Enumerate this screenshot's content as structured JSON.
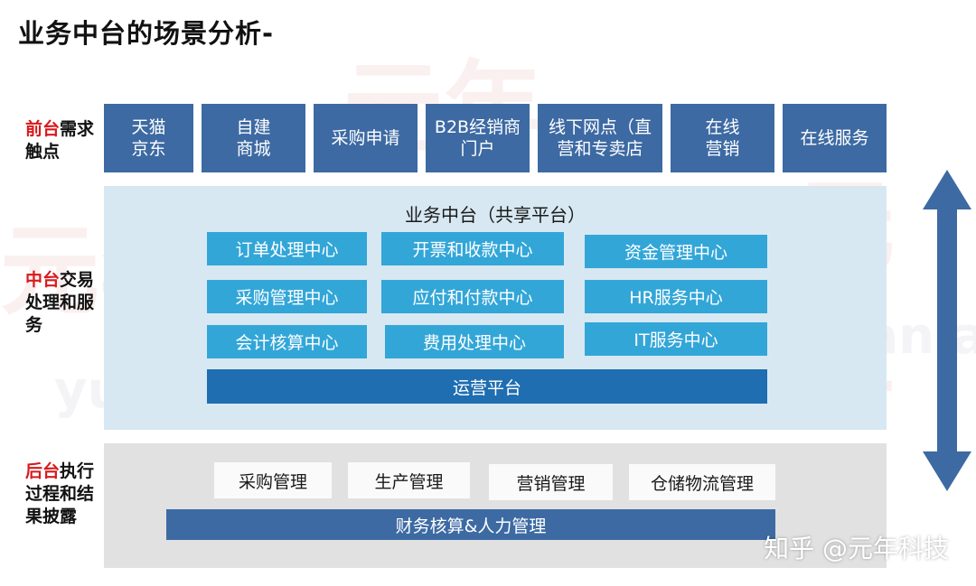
{
  "title": "业务中台的场景分析-",
  "side_labels": {
    "front": {
      "highlight": "前台",
      "rest1": "需求",
      "line2": "触点"
    },
    "middle": {
      "highlight": "中台",
      "rest1": "交易",
      "line2": "处理和服",
      "line3": "务"
    },
    "back": {
      "highlight": "后台",
      "rest1": "执行",
      "line2": "过程和结",
      "line3": "果披露"
    }
  },
  "front_touchpoints": [
    {
      "line1": "天猫",
      "line2": "京东"
    },
    {
      "line1": "自建",
      "line2": "商城"
    },
    {
      "line1": "采购申请",
      "line2": ""
    },
    {
      "line1": "B2B经销商",
      "line2": "门户"
    },
    {
      "line1": "线下网点（直",
      "line2": "营和专卖店"
    },
    {
      "line1": "在线",
      "line2": "营销"
    },
    {
      "line1": "在线服务",
      "line2": ""
    }
  ],
  "middle": {
    "title": "业务中台（共享平台）",
    "centers": [
      "订单处理中心",
      "开票和收款中心",
      "资金管理中心",
      "采购管理中心",
      "应付和付款中心",
      "HR服务中心",
      "会计核算中心",
      "费用处理中心",
      "IT服务中心"
    ],
    "ops_platform": "运营平台"
  },
  "back": {
    "items": [
      "采购管理",
      "生产管理",
      "营销管理",
      "仓储物流管理"
    ],
    "finance_bar": "财务核算&人力管理"
  },
  "watermark": "知乎 @元年科技",
  "bg_watermarks": {
    "brand_cn": "元年",
    "brand_en": "yuanian"
  },
  "colors": {
    "front_box": "#3d6aa3",
    "middle_panel": "#d7e8f2",
    "center_box": "#33a6d8",
    "ops_bar": "#1f6eb1",
    "back_panel": "#e1e1e1",
    "highlight_red": "#d8191c",
    "arrow": "#3d6aa3"
  }
}
